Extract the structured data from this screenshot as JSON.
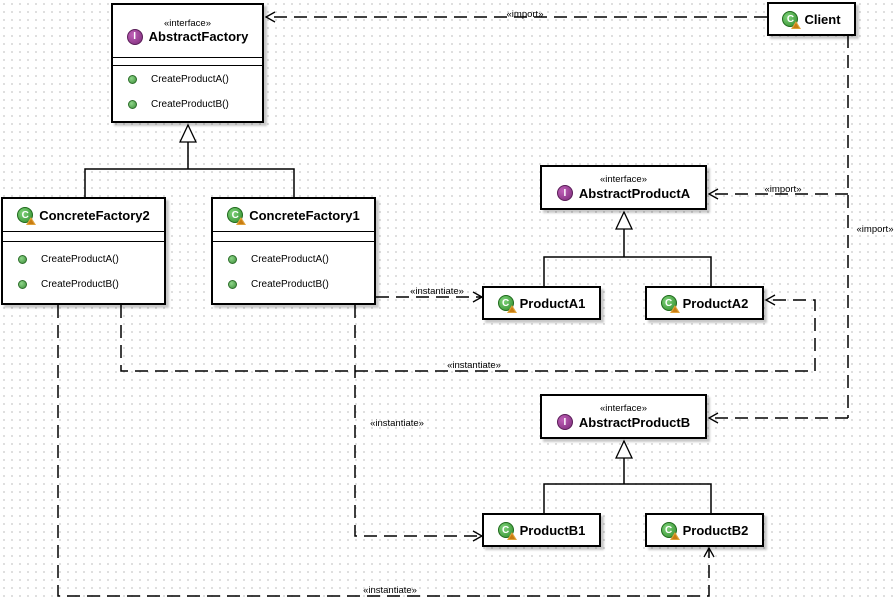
{
  "stereotype": "«interface»",
  "classes": {
    "abstract_factory": {
      "name": "AbstractFactory",
      "kind": "interface",
      "icon": "interface-icon",
      "methods": [
        "CreateProductA()",
        "CreateProductB()"
      ]
    },
    "client": {
      "name": "Client",
      "kind": "class",
      "icon": "class-icon"
    },
    "concrete_factory2": {
      "name": "ConcreteFactory2",
      "kind": "class",
      "icon": "class-icon",
      "methods": [
        "CreateProductA()",
        "CreateProductB()"
      ]
    },
    "concrete_factory1": {
      "name": "ConcreteFactory1",
      "kind": "class",
      "icon": "class-icon",
      "methods": [
        "CreateProductA()",
        "CreateProductB()"
      ]
    },
    "abstract_product_a": {
      "name": "AbstractProductA",
      "kind": "interface",
      "icon": "interface-icon"
    },
    "product_a1": {
      "name": "ProductA1",
      "kind": "class",
      "icon": "class-icon"
    },
    "product_a2": {
      "name": "ProductA2",
      "kind": "class",
      "icon": "class-icon"
    },
    "abstract_product_b": {
      "name": "AbstractProductB",
      "kind": "interface",
      "icon": "interface-icon"
    },
    "product_b1": {
      "name": "ProductB1",
      "kind": "class",
      "icon": "class-icon"
    },
    "product_b2": {
      "name": "ProductB2",
      "kind": "class",
      "icon": "class-icon"
    }
  },
  "relations": [
    {
      "from": "Client",
      "to": "AbstractFactory",
      "type": "dependency",
      "label": "«import»"
    },
    {
      "from": "Client",
      "to": "AbstractProductA",
      "type": "dependency",
      "label": "«import»"
    },
    {
      "from": "Client",
      "to": "AbstractProductB",
      "type": "dependency",
      "label": "«import»"
    },
    {
      "from": "ConcreteFactory1",
      "to": "ProductA1",
      "type": "dependency",
      "label": "«instantiate»"
    },
    {
      "from": "ConcreteFactory2",
      "to": "ProductA2",
      "type": "dependency",
      "label": "«instantiate»"
    },
    {
      "from": "ConcreteFactory1",
      "to": "ProductB1",
      "type": "dependency",
      "label": "«instantiate»"
    },
    {
      "from": "ConcreteFactory2",
      "to": "ProductB2",
      "type": "dependency",
      "label": "«instantiate»"
    },
    {
      "from": "ConcreteFactory1",
      "to": "AbstractFactory",
      "type": "realization",
      "label": ""
    },
    {
      "from": "ConcreteFactory2",
      "to": "AbstractFactory",
      "type": "realization",
      "label": ""
    },
    {
      "from": "ProductA1",
      "to": "AbstractProductA",
      "type": "realization",
      "label": ""
    },
    {
      "from": "ProductA2",
      "to": "AbstractProductA",
      "type": "realization",
      "label": ""
    },
    {
      "from": "ProductB1",
      "to": "AbstractProductB",
      "type": "realization",
      "label": ""
    },
    {
      "from": "ProductB2",
      "to": "AbstractProductB",
      "type": "realization",
      "label": ""
    }
  ]
}
